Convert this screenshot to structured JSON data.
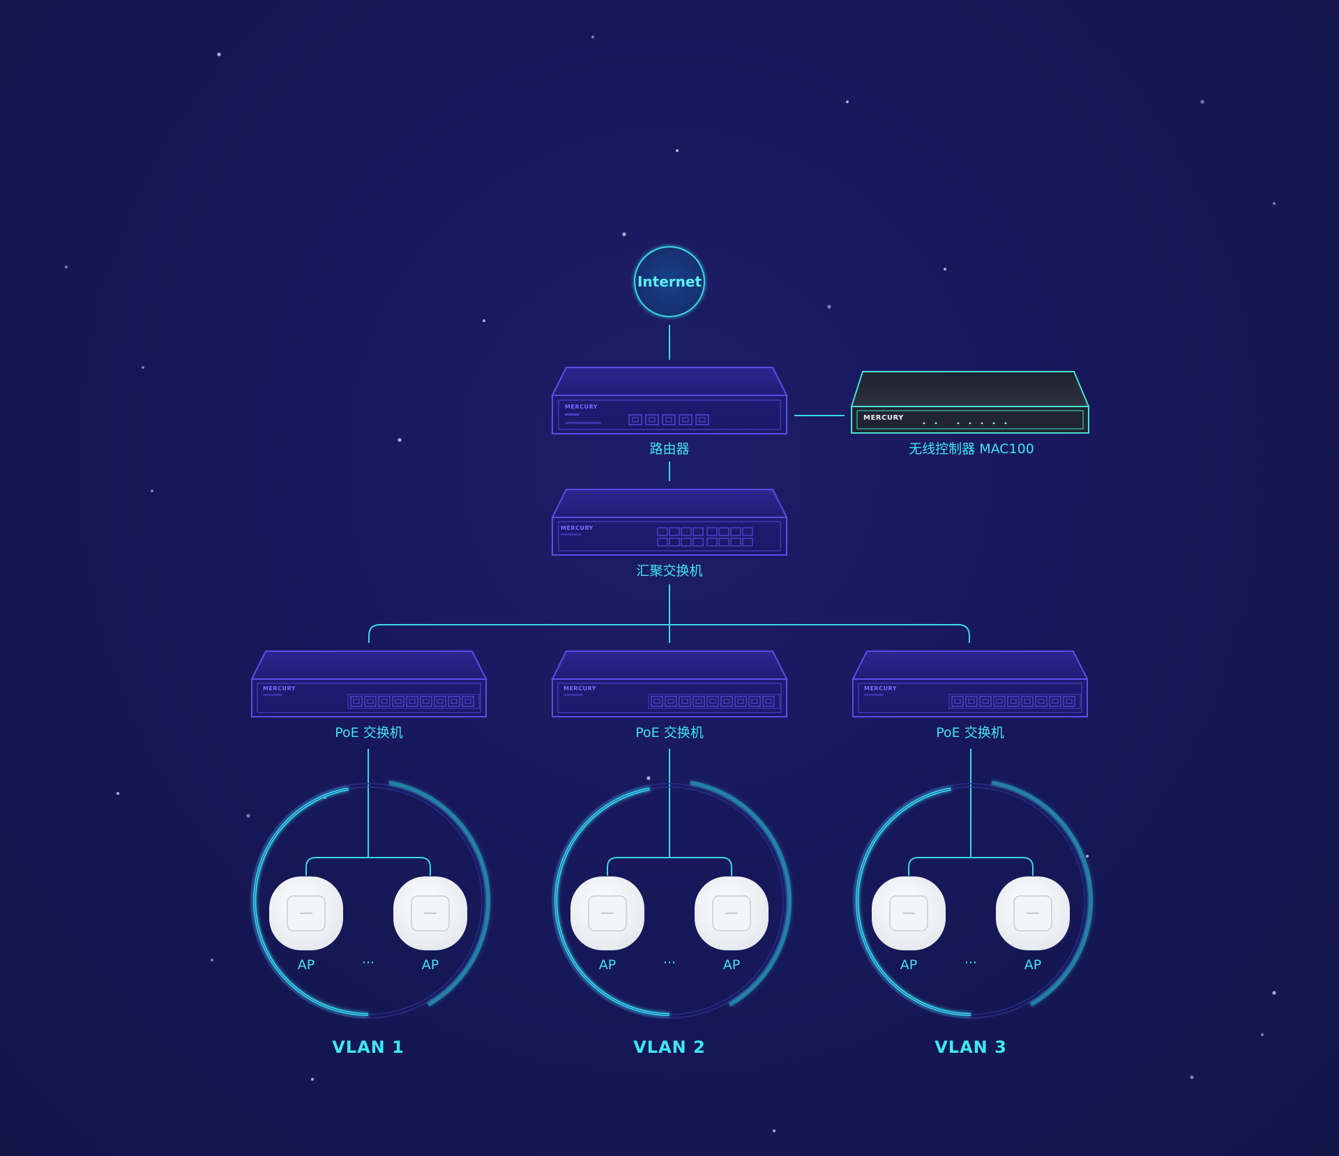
{
  "internet": {
    "label": "Internet"
  },
  "router": {
    "label": "路由器",
    "brand": "MERCURY"
  },
  "controller": {
    "label": "无线控制器 MAC100",
    "brand": "MERCURY"
  },
  "aggregation_switch": {
    "label": "汇聚交换机",
    "brand": "MERCURY"
  },
  "poe_switches": [
    {
      "label": "PoE 交换机",
      "brand": "MERCURY"
    },
    {
      "label": "PoE 交换机",
      "brand": "MERCURY"
    },
    {
      "label": "PoE 交换机",
      "brand": "MERCURY"
    }
  ],
  "vlans": [
    {
      "name": "VLAN 1",
      "ap_left": "AP",
      "ellipsis": "···",
      "ap_right": "AP"
    },
    {
      "name": "VLAN 2",
      "ap_left": "AP",
      "ellipsis": "···",
      "ap_right": "AP"
    },
    {
      "name": "VLAN 3",
      "ap_left": "AP",
      "ellipsis": "···",
      "ap_right": "AP"
    }
  ],
  "colors": {
    "background": "#17185a",
    "accent_cyan": "#40e6f0",
    "device_outline": "#5a4ee8",
    "controller_outline": "#4ee0d0"
  }
}
